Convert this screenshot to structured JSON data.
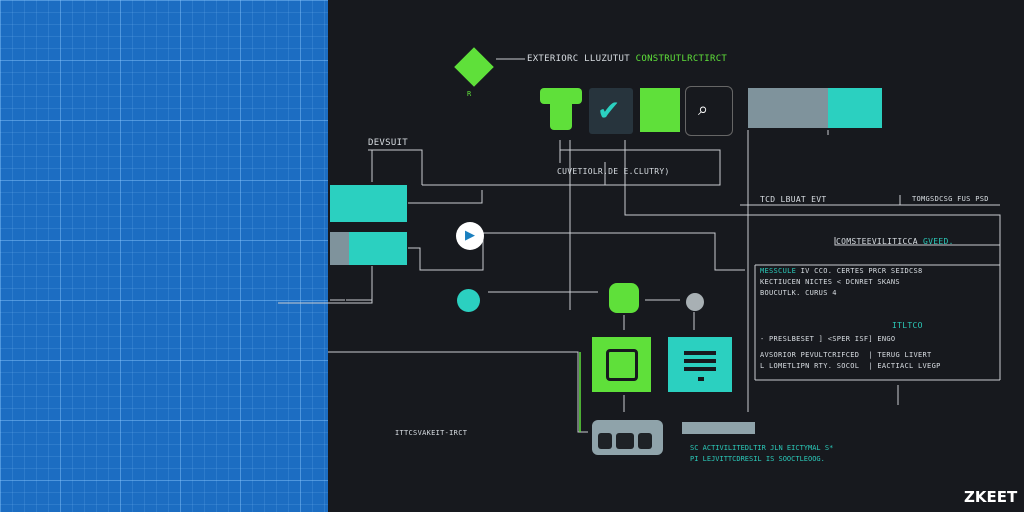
{
  "title": {
    "white": "EXTERIORC LLUZUTUT",
    "green": "CONSTRUTLRCTIRCT"
  },
  "diamond_label": "R",
  "left_label": "DEVSUIT",
  "mid_label": "CUVETIOLR.DE E.CLUTRY)",
  "right_header": {
    "left": "TCD LBUAT EVT",
    "right": "TOMGSDCSG FUS PSD"
  },
  "panel_title": {
    "white": "COMSTEEVILITICCA",
    "accent": "GVEED."
  },
  "code_lines": [
    {
      "teal": "MESSCULE",
      "rest": "IV  CCO. CERTES  PRCR  SEIDCS8"
    },
    {
      "teal": "",
      "rest": "KECTIUCEN NICTES <    DCNRET SKANS"
    },
    {
      "teal": "",
      "rest": "BOUCUTLK.  CURUS 4"
    }
  ],
  "sub_header": "ITLTCO",
  "sub_line": "- PRESLBESET ] <SPER ISF] ENGO",
  "table": [
    [
      "AVSORIOR PEVULTCRIFCED",
      "TERUG LIVERT"
    ],
    [
      "L LOMETLIPN RTY. SOCOL",
      "EACTIACL LVEGP"
    ]
  ],
  "bottom_label": "ITTCSVAKEIT-IRCT",
  "bottom_code": [
    "SC  ACTIVILITEDLTIR  JLN  EICTYMAL  S*",
    "PI  LEJVITTCDRESIL IS  SOOCTLEOOG."
  ],
  "logo": "ZKEET",
  "colors": {
    "green": "#5fe03a",
    "teal": "#2bd0c0",
    "gray": "#7f939c",
    "blue": "#1c6dc2",
    "bg": "#17191e"
  }
}
